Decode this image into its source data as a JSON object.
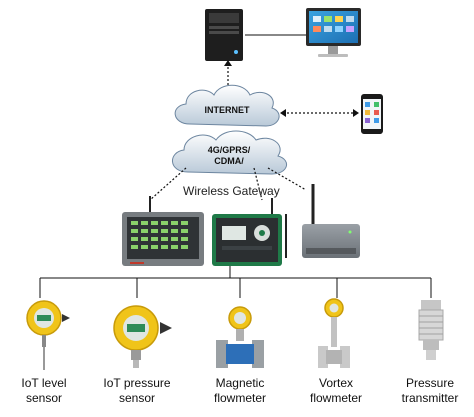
{
  "cloud": {
    "internet": "INTERNET",
    "line1": "4G/GPRS/",
    "line2": "CDMA/"
  },
  "gateway_title": "Wireless Gateway",
  "devices": [
    {
      "line1": "IoT level",
      "line2": "sensor"
    },
    {
      "line1": "IoT pressure",
      "line2": "sensor"
    },
    {
      "line1": "Magnetic",
      "line2": "flowmeter"
    },
    {
      "line1": "Vortex",
      "line2": "flowmeter"
    },
    {
      "line1": "Pressure",
      "line2": "transmitter"
    }
  ]
}
